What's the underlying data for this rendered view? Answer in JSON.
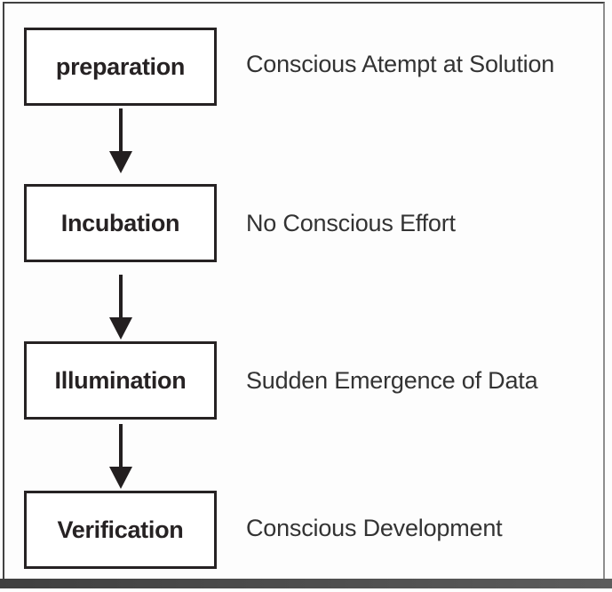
{
  "diagram": {
    "stages": [
      {
        "box": "preparation",
        "description": "Conscious Atempt at Solution"
      },
      {
        "box": "Incubation",
        "description": "No Conscious Effort"
      },
      {
        "box": "Illumination",
        "description": "Sudden Emergence of Data"
      },
      {
        "box": "Verification",
        "description": "Conscious Development"
      }
    ],
    "icons": {
      "connector": "down-arrow-icon"
    },
    "colors": {
      "background": "#fdfdfd",
      "frame_border": "#414141",
      "bottom_band": "#4a4a4a",
      "box_border": "#262223",
      "box_fill": "#ffffff",
      "box_text": "#262223",
      "description_text": "#333333",
      "arrow": "#231f20"
    }
  }
}
